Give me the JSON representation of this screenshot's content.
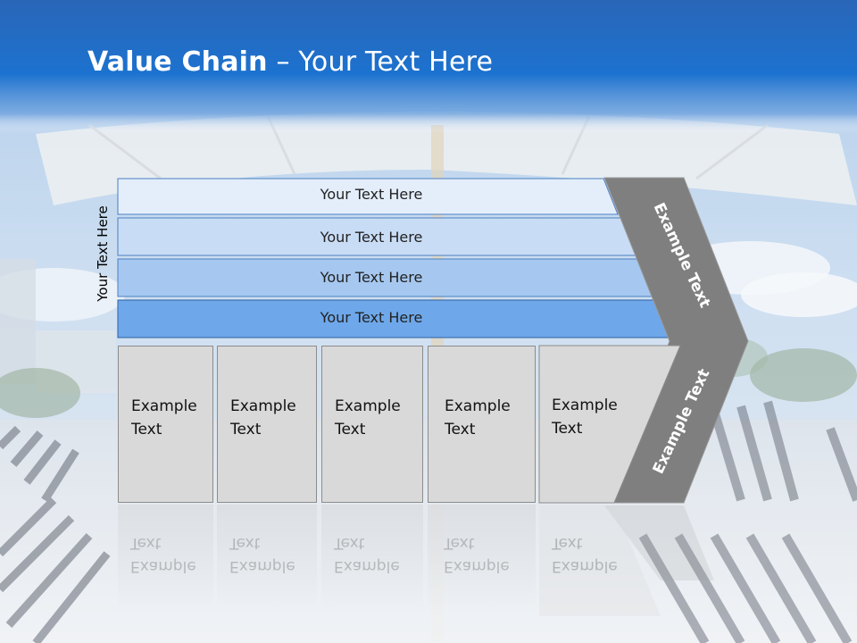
{
  "title": {
    "bold": "Value Chain",
    "rest": " – Your Text Here"
  },
  "vertical_label": "Your Text Here",
  "bars": [
    {
      "label": "Your Text Here"
    },
    {
      "label": "Your Text Here"
    },
    {
      "label": "Your Text Here"
    },
    {
      "label": "Your Text Here"
    }
  ],
  "boxes": [
    {
      "line1": "Example",
      "line2": "Text"
    },
    {
      "line1": "Example",
      "line2": "Text"
    },
    {
      "line1": "Example",
      "line2": "Text"
    },
    {
      "line1": "Example",
      "line2": "Text"
    },
    {
      "line1": "Example",
      "line2": "Text"
    }
  ],
  "arrow": {
    "upper": "Example Text",
    "lower": "Example Text"
  },
  "reflection_text": "Example\nText",
  "colors": {
    "header_blue": "#1f6fc4",
    "bar1": "#e4eefb",
    "bar2": "#c9dcf5",
    "bar3": "#a6c8f0",
    "bar4": "#6ea8ea",
    "box": "#d9d9d9",
    "arrow": "#7f7f7f"
  }
}
